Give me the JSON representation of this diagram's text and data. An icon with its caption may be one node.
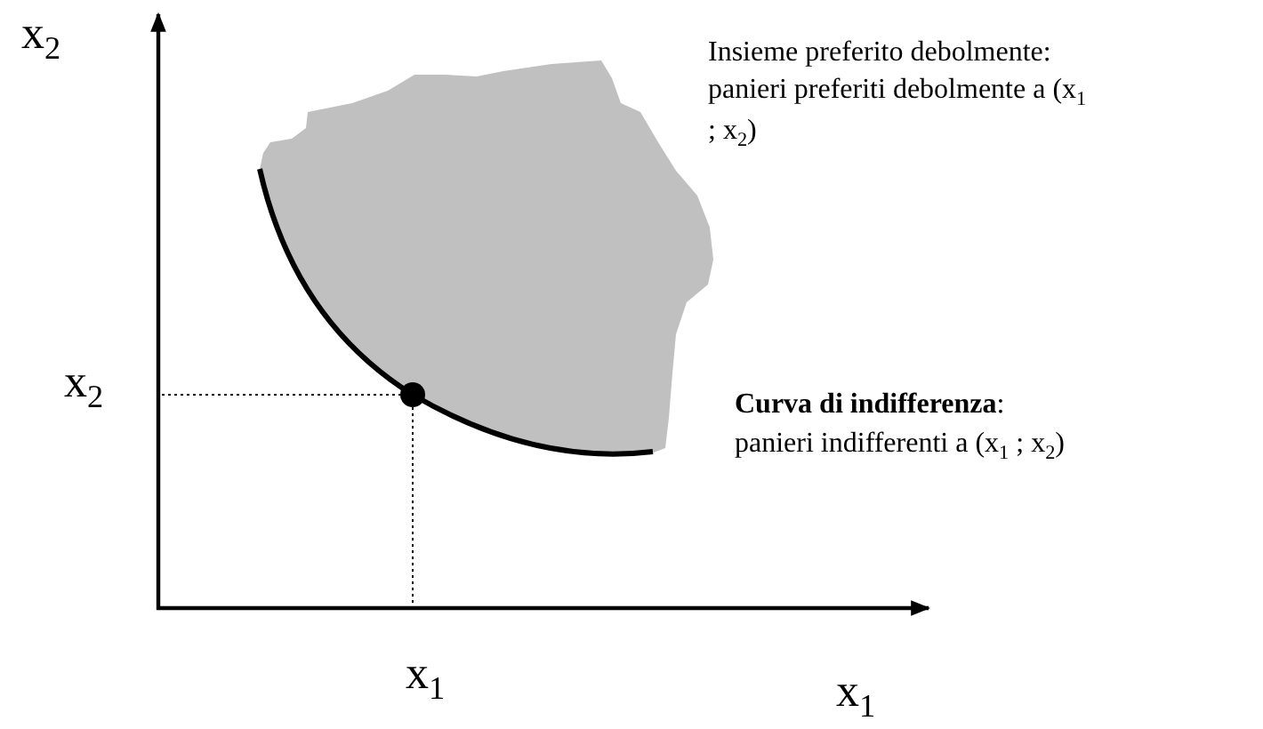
{
  "diagram": {
    "labels": [
      "x$_{2}$",
      "Insieme preferito debolmente: panieri preferiti debolmente a (x$_{1}$ ; x$_{2}$)",
      "x$_{2}$",
      "**Curva di indifferenza**:",
      "panieri indifferenti a (x$_{1}$ ; x$_{2}$)",
      "x$_{1}$",
      "x$_{1}$"
    ]
  }
}
